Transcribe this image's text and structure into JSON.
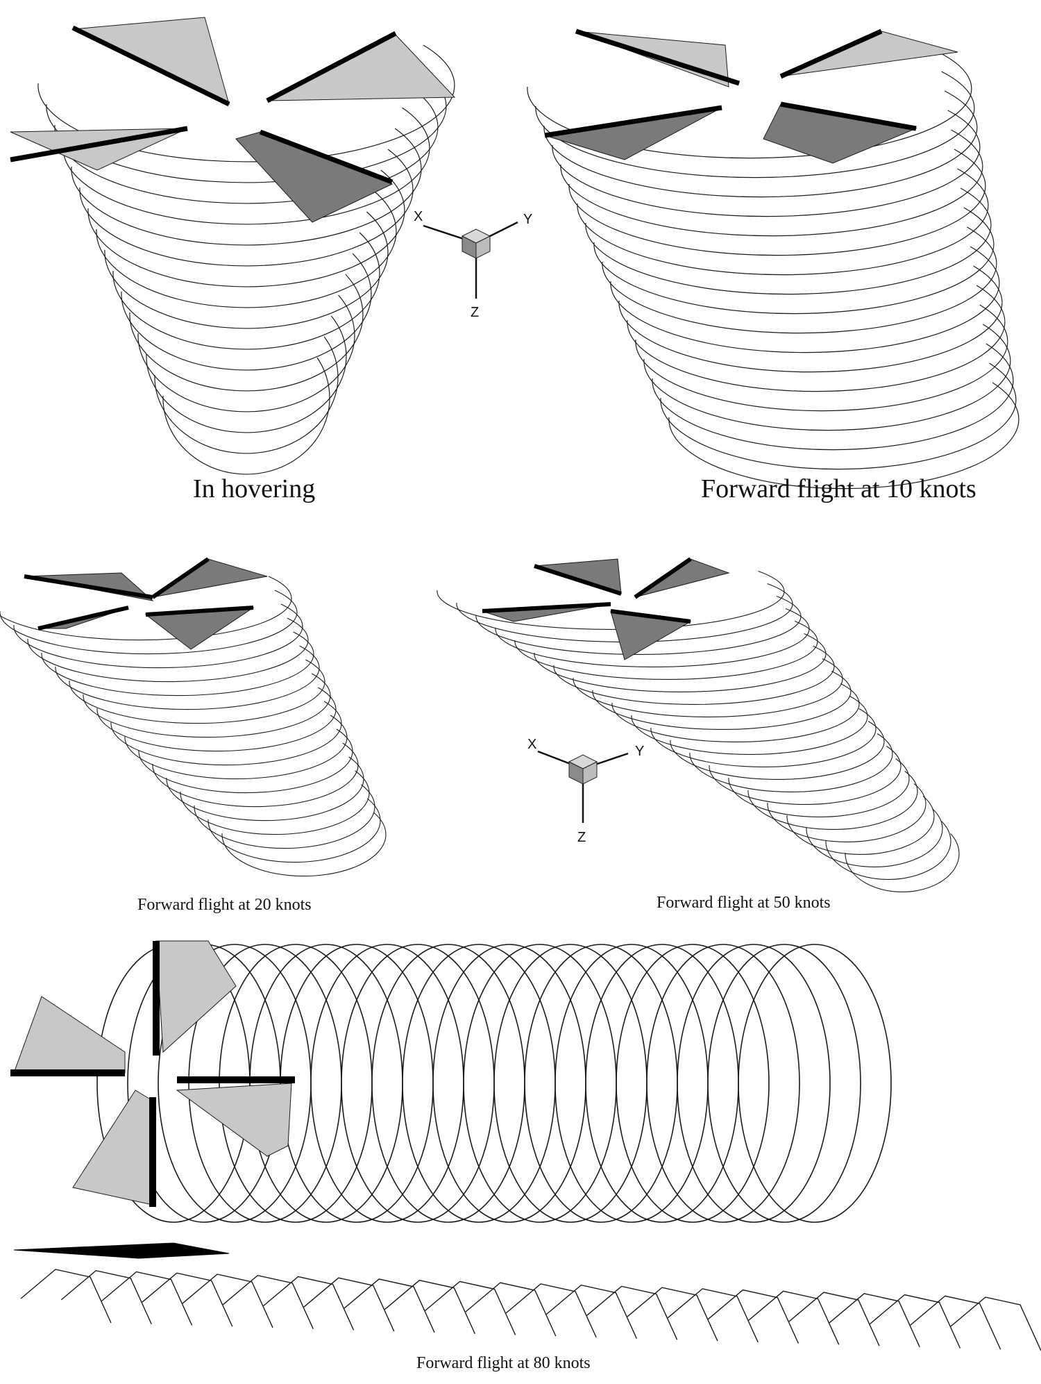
{
  "panels": [
    {
      "id": "hover",
      "caption": "In hovering"
    },
    {
      "id": "fwd10",
      "caption": "Forward flight at 10 knots"
    },
    {
      "id": "fwd20",
      "caption": "Forward flight at 20 knots"
    },
    {
      "id": "fwd50",
      "caption": "Forward flight at 50 knots"
    },
    {
      "id": "fwd80",
      "caption": "Forward flight at 80 knots"
    }
  ],
  "triads": [
    {
      "x_label": "X",
      "y_label": "Y",
      "z_label": "Z"
    },
    {
      "x_label": "X",
      "y_label": "Y",
      "z_label": "Z"
    }
  ],
  "colors": {
    "line": "#1a1a1a",
    "blade_fill": "#c8c8c8",
    "blade_dark": "#7a7a7a",
    "spar": "#000000"
  }
}
